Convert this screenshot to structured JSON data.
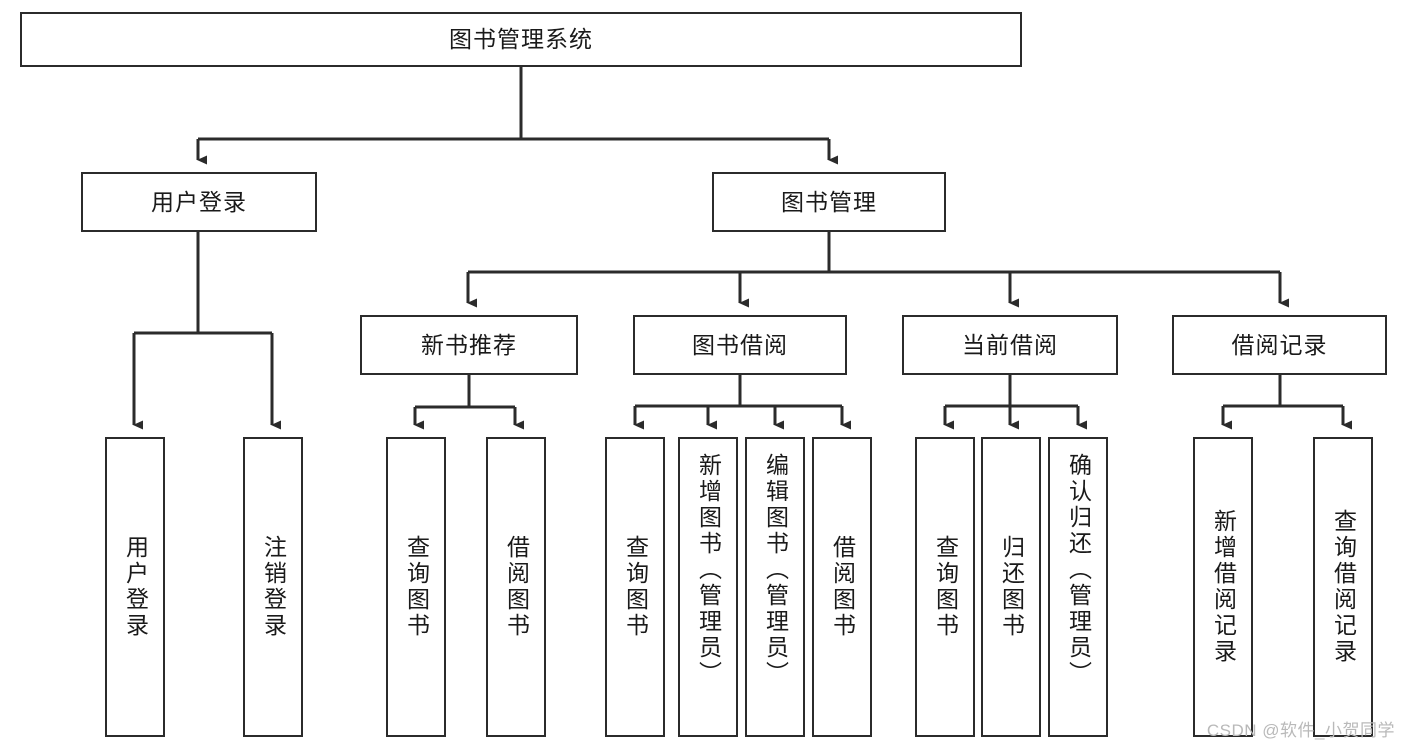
{
  "diagram": {
    "title": "图书管理系统",
    "root": {
      "label": "图书管理系统"
    },
    "level2": [
      {
        "label": "用户登录"
      },
      {
        "label": "图书管理"
      }
    ],
    "level3": [
      {
        "label": "新书推荐"
      },
      {
        "label": "图书借阅"
      },
      {
        "label": "当前借阅"
      },
      {
        "label": "借阅记录"
      }
    ],
    "leaves": {
      "user_login": [
        {
          "label": "用户登录"
        },
        {
          "label": "注销登录"
        }
      ],
      "new_book": [
        {
          "label": "查询图书"
        },
        {
          "label": "借阅图书"
        }
      ],
      "book_borrow": [
        {
          "label": "查询图书"
        },
        {
          "label": "新增图书（管理员）"
        },
        {
          "label": "编辑图书（管理员）"
        },
        {
          "label": "借阅图书"
        }
      ],
      "current_borrow": [
        {
          "label": "查询图书"
        },
        {
          "label": "归还图书"
        },
        {
          "label": "确认归还（管理员）"
        }
      ],
      "borrow_record": [
        {
          "label": "新增借阅记录"
        },
        {
          "label": "查询借阅记录"
        }
      ]
    },
    "watermark": "CSDN @软件_小贺同学",
    "colors": {
      "stroke": "#2b2b2b",
      "background": "#ffffff",
      "text": "#1a1a1a",
      "watermark": "#b9b9b9"
    }
  }
}
